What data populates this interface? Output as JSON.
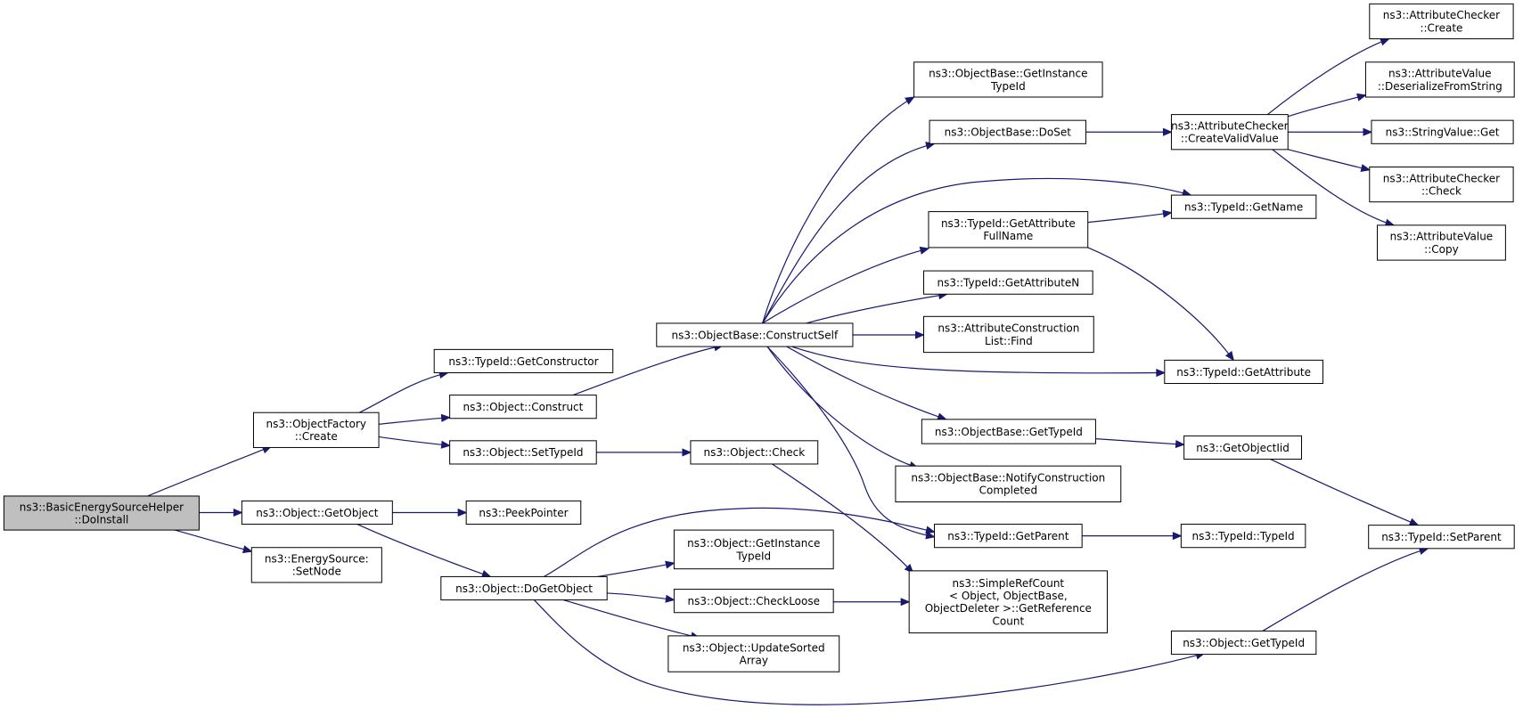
{
  "colors": {
    "edge": "#191970",
    "root_fill": "#bfbfbf",
    "node_fill": "#ffffff",
    "node_stroke": "#000000"
  },
  "nodes": [
    {
      "id": "root",
      "lines": [
        "ns3::BasicEnergySourceHelper",
        "::DoInstall"
      ]
    },
    {
      "id": "objfactory_create",
      "lines": [
        "ns3::ObjectFactory",
        "::Create"
      ]
    },
    {
      "id": "obj_getobject",
      "lines": [
        "ns3::Object::GetObject"
      ]
    },
    {
      "id": "energysource_setnode",
      "lines": [
        "ns3::EnergySource:",
        ":SetNode"
      ]
    },
    {
      "id": "typeid_getconstructor",
      "lines": [
        "ns3::TypeId::GetConstructor"
      ]
    },
    {
      "id": "obj_construct",
      "lines": [
        "ns3::Object::Construct"
      ]
    },
    {
      "id": "obj_settypeid",
      "lines": [
        "ns3::Object::SetTypeId"
      ]
    },
    {
      "id": "peekpointer",
      "lines": [
        "ns3::PeekPointer"
      ]
    },
    {
      "id": "obj_dogetobject",
      "lines": [
        "ns3::Object::DoGetObject"
      ]
    },
    {
      "id": "objbase_constructself",
      "lines": [
        "ns3::ObjectBase::ConstructSelf"
      ]
    },
    {
      "id": "obj_check",
      "lines": [
        "ns3::Object::Check"
      ]
    },
    {
      "id": "obj_getinstancetypeid",
      "lines": [
        "ns3::Object::GetInstance",
        "TypeId"
      ]
    },
    {
      "id": "obj_checkloose",
      "lines": [
        "ns3::Object::CheckLoose"
      ]
    },
    {
      "id": "obj_updatesortedarray",
      "lines": [
        "ns3::Object::UpdateSorted",
        "Array"
      ]
    },
    {
      "id": "objbase_getinstancetypeid",
      "lines": [
        "ns3::ObjectBase::GetInstance",
        "TypeId"
      ]
    },
    {
      "id": "objbase_doset",
      "lines": [
        "ns3::ObjectBase::DoSet"
      ]
    },
    {
      "id": "typeid_getattributefullname",
      "lines": [
        "ns3::TypeId::GetAttribute",
        "FullName"
      ]
    },
    {
      "id": "typeid_getattributen",
      "lines": [
        "ns3::TypeId::GetAttributeN"
      ]
    },
    {
      "id": "attrconstructionlist_find",
      "lines": [
        "ns3::AttributeConstruction",
        "List::Find"
      ]
    },
    {
      "id": "objbase_gettypeid",
      "lines": [
        "ns3::ObjectBase::GetTypeId"
      ]
    },
    {
      "id": "objbase_notifyconstructioncompleted",
      "lines": [
        "ns3::ObjectBase::NotifyConstruction",
        "Completed"
      ]
    },
    {
      "id": "typeid_getparent",
      "lines": [
        "ns3::TypeId::GetParent"
      ]
    },
    {
      "id": "simplerefcount_getreferencecount",
      "lines": [
        "ns3::SimpleRefCount",
        "< Object, ObjectBase,",
        "ObjectDeleter >::GetReference",
        "Count"
      ]
    },
    {
      "id": "attrchecker_createvalidvalue",
      "lines": [
        "ns3::AttributeChecker",
        "::CreateValidValue"
      ]
    },
    {
      "id": "typeid_getname",
      "lines": [
        "ns3::TypeId::GetName"
      ]
    },
    {
      "id": "typeid_getattribute",
      "lines": [
        "ns3::TypeId::GetAttribute"
      ]
    },
    {
      "id": "getobjectiid",
      "lines": [
        "ns3::GetObjectIid"
      ]
    },
    {
      "id": "typeid_typeid",
      "lines": [
        "ns3::TypeId::TypeId"
      ]
    },
    {
      "id": "obj_gettypeid",
      "lines": [
        "ns3::Object::GetTypeId"
      ]
    },
    {
      "id": "attrchecker_create",
      "lines": [
        "ns3::AttributeChecker",
        "::Create"
      ]
    },
    {
      "id": "attrvalue_deserializefromstring",
      "lines": [
        "ns3::AttributeValue",
        "::DeserializeFromString"
      ]
    },
    {
      "id": "stringvalue_get",
      "lines": [
        "ns3::StringValue::Get"
      ]
    },
    {
      "id": "attrchecker_check",
      "lines": [
        "ns3::AttributeChecker",
        "::Check"
      ]
    },
    {
      "id": "attrvalue_copy",
      "lines": [
        "ns3::AttributeValue",
        "::Copy"
      ]
    },
    {
      "id": "typeid_setparent",
      "lines": [
        "ns3::TypeId::SetParent"
      ]
    }
  ],
  "edges": [
    [
      "root",
      "objfactory_create"
    ],
    [
      "root",
      "obj_getobject"
    ],
    [
      "root",
      "energysource_setnode"
    ],
    [
      "objfactory_create",
      "typeid_getconstructor"
    ],
    [
      "objfactory_create",
      "obj_construct"
    ],
    [
      "objfactory_create",
      "obj_settypeid"
    ],
    [
      "obj_construct",
      "objbase_constructself"
    ],
    [
      "obj_settypeid",
      "obj_check"
    ],
    [
      "obj_getobject",
      "peekpointer"
    ],
    [
      "obj_getobject",
      "obj_dogetobject"
    ],
    [
      "obj_dogetobject",
      "typeid_getparent"
    ],
    [
      "obj_dogetobject",
      "obj_getinstancetypeid"
    ],
    [
      "obj_dogetobject",
      "obj_checkloose"
    ],
    [
      "obj_dogetobject",
      "obj_updatesortedarray"
    ],
    [
      "obj_dogetobject",
      "obj_gettypeid"
    ],
    [
      "obj_check",
      "simplerefcount_getreferencecount"
    ],
    [
      "obj_checkloose",
      "simplerefcount_getreferencecount"
    ],
    [
      "objbase_constructself",
      "objbase_getinstancetypeid"
    ],
    [
      "objbase_constructself",
      "objbase_doset"
    ],
    [
      "objbase_constructself",
      "typeid_getname"
    ],
    [
      "objbase_constructself",
      "typeid_getattributefullname"
    ],
    [
      "objbase_constructself",
      "typeid_getattributen"
    ],
    [
      "objbase_constructself",
      "attrconstructionlist_find"
    ],
    [
      "objbase_constructself",
      "typeid_getattribute"
    ],
    [
      "objbase_constructself",
      "objbase_gettypeid"
    ],
    [
      "objbase_constructself",
      "objbase_notifyconstructioncompleted"
    ],
    [
      "objbase_constructself",
      "typeid_getparent"
    ],
    [
      "objbase_doset",
      "attrchecker_createvalidvalue"
    ],
    [
      "typeid_getattributefullname",
      "typeid_getname"
    ],
    [
      "typeid_getattributefullname",
      "typeid_getattribute"
    ],
    [
      "objbase_gettypeid",
      "getobjectiid"
    ],
    [
      "typeid_getparent",
      "typeid_typeid"
    ],
    [
      "attrchecker_createvalidvalue",
      "attrchecker_create"
    ],
    [
      "attrchecker_createvalidvalue",
      "attrvalue_deserializefromstring"
    ],
    [
      "attrchecker_createvalidvalue",
      "stringvalue_get"
    ],
    [
      "attrchecker_createvalidvalue",
      "attrchecker_check"
    ],
    [
      "attrchecker_createvalidvalue",
      "attrvalue_copy"
    ],
    [
      "getobjectiid",
      "typeid_setparent"
    ],
    [
      "obj_gettypeid",
      "typeid_setparent"
    ]
  ]
}
